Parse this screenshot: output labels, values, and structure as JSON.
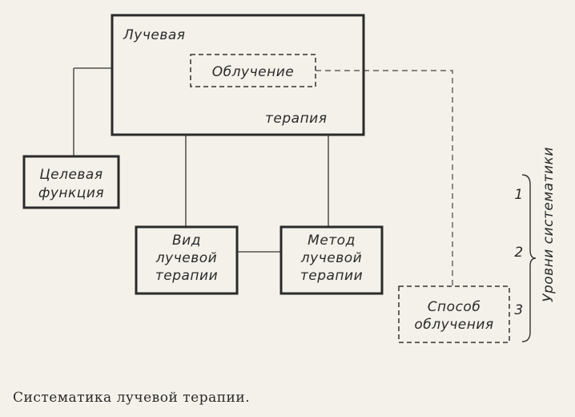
{
  "diagram": {
    "main_box": {
      "top": "Лучевая",
      "bottom": "терапия"
    },
    "irradiation_box": {
      "label": "Облучение"
    },
    "target_function_box": {
      "line1": "Целевая",
      "line2": "функция"
    },
    "therapy_type_box": {
      "line1": "Вид",
      "line2": "лучевой",
      "line3": "терапии"
    },
    "therapy_method_box": {
      "line1": "Метод",
      "line2": "лучевой",
      "line3": "терапии"
    },
    "irradiation_method_box": {
      "line1": "Способ",
      "line2": "облучения"
    },
    "levels": {
      "title": "Уровни систематики",
      "marks": [
        "1",
        "2",
        "3"
      ]
    }
  },
  "caption": "Систематика лучевой терапии."
}
